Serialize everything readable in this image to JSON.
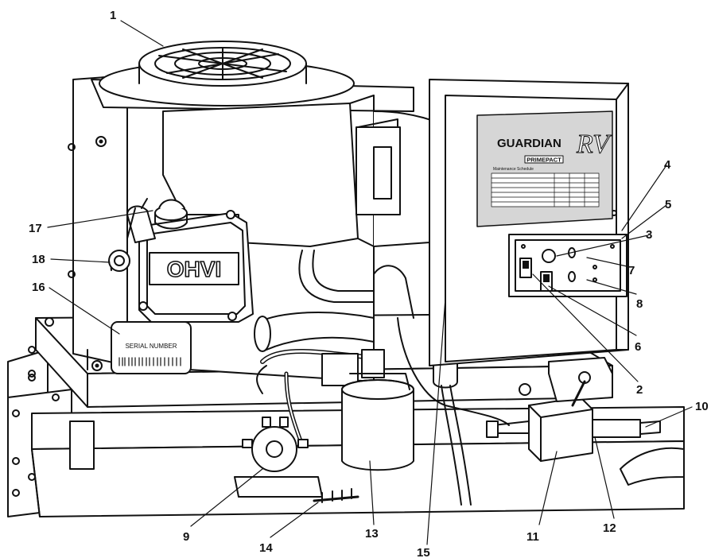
{
  "callouts": [
    "1",
    "2",
    "3",
    "4",
    "5",
    "6",
    "7",
    "8",
    "9",
    "10",
    "11",
    "12",
    "13",
    "14",
    "15",
    "16",
    "17",
    "18"
  ],
  "panel": {
    "brand": "GUARDIAN",
    "model_script": "RV",
    "model_line": "PRIMEPACT",
    "schedule_title": "Maintenance Schedule"
  },
  "valve_cover_label": "OHVI",
  "serial_label": "SERIAL NUMBER",
  "colors": {
    "ink": "#111111",
    "shade": "#cfcfcf",
    "plate": "#b9b9b9"
  }
}
